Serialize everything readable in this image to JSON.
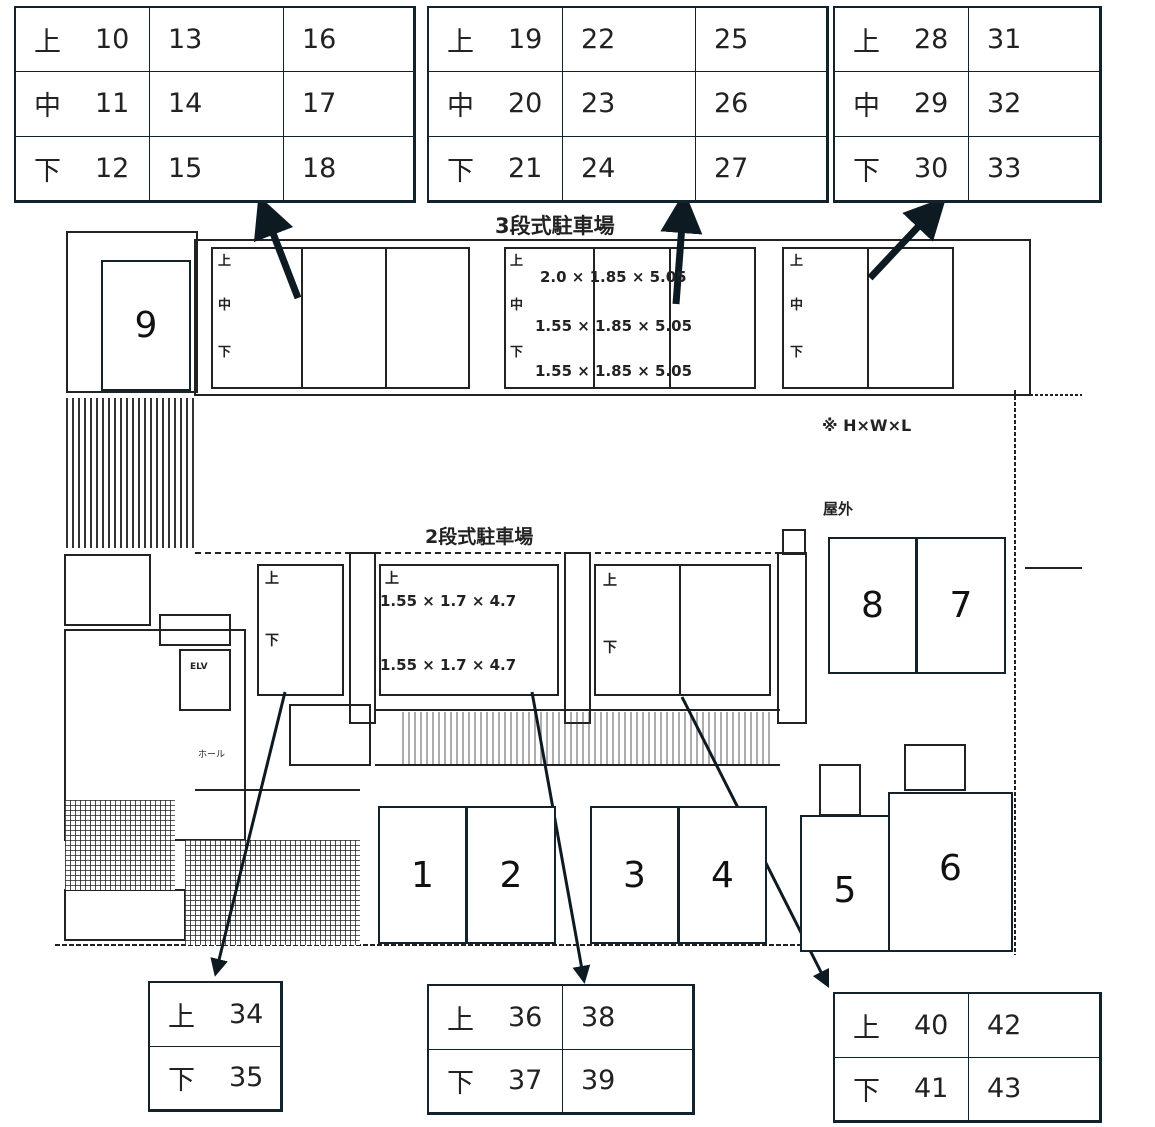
{
  "tables": [
    {
      "rows": [
        [
          "上",
          "10",
          "13",
          "16"
        ],
        [
          "中",
          "11",
          "14",
          "17"
        ],
        [
          "下",
          "12",
          "15",
          "18"
        ]
      ]
    },
    {
      "rows": [
        [
          "上",
          "19",
          "22",
          "25"
        ],
        [
          "中",
          "20",
          "23",
          "26"
        ],
        [
          "下",
          "21",
          "24",
          "27"
        ]
      ]
    },
    {
      "rows": [
        [
          "上",
          "28",
          "31"
        ],
        [
          "中",
          "29",
          "32"
        ],
        [
          "下",
          "30",
          "33"
        ]
      ]
    },
    {
      "rows": [
        [
          "上",
          "34"
        ],
        [
          "下",
          "35"
        ]
      ]
    },
    {
      "rows": [
        [
          "上",
          "36",
          "38"
        ],
        [
          "下",
          "37",
          "39"
        ]
      ]
    },
    {
      "rows": [
        [
          "上",
          "40",
          "42"
        ],
        [
          "下",
          "41",
          "43"
        ]
      ]
    }
  ],
  "spaces": [
    "1",
    "2",
    "3",
    "4",
    "5",
    "6",
    "7",
    "8",
    "9"
  ],
  "labels": {
    "three_tier": "3段式駐車場",
    "two_tier": "2段式駐車場",
    "dims_note": "※ H×W×L",
    "outdoor": "屋外",
    "dim_upper3": "2.0 × 1.85 × 5.05",
    "dim_mid3": "1.55 × 1.85 × 5.05",
    "dim_low3": "1.55 × 1.85 × 5.05",
    "dim_upper2": "1.55 × 1.7 × 4.7",
    "dim_low2": "1.55 × 1.7 × 4.7",
    "up": "上",
    "mid": "中",
    "down": "下",
    "hall": "ホール",
    "elv": "ELV"
  },
  "colors": {
    "frame": "#13232d",
    "arrow": "#0d1a22"
  }
}
